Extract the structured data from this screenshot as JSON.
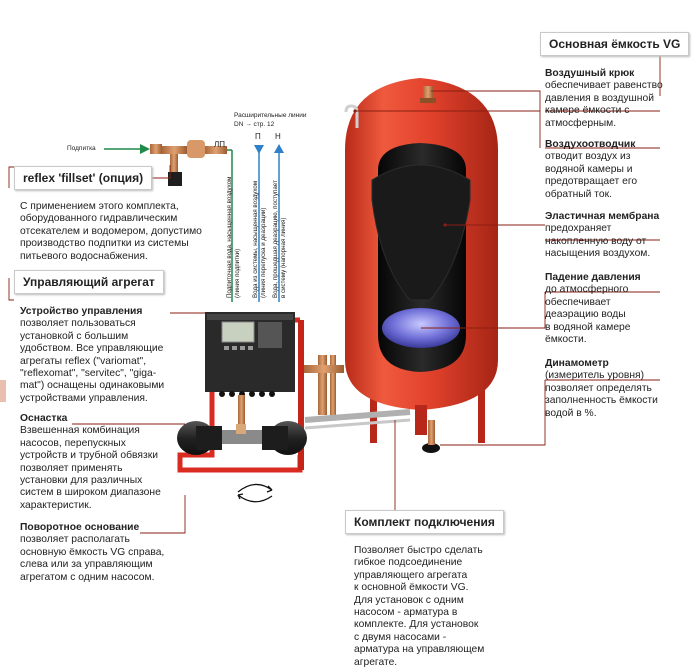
{
  "titles": {
    "vessel": "Основная ёмкость VG",
    "fillset": "reflex 'fillset' (опция)",
    "control_unit": "Управляющий агрегат",
    "connection_kit": "Комплект подключения"
  },
  "left": {
    "fillset_desc": [
      "С применением этого комплекта,",
      "оборудованного гидравлическим",
      "отсекателем и водомером, допустимо",
      "производство подпитки из системы",
      "питьевого водоснабжения."
    ],
    "control_device_title": "Устройство управления",
    "control_device_desc": [
      "позволяет пользоваться",
      "установкой с большим",
      "удобством. Все управляющие",
      "агрегаты  reflex (\"variomat\",",
      "\"reflexomat\", \"servitec\", \"giga-",
      "mat\") оснащены одинаковыми",
      "устройствами управления."
    ],
    "equipment_title": "Оснастка",
    "equipment_desc": [
      "Взвешенная комбинация",
      "насосов, перепускных",
      "устройств и трубной обвязки",
      "позволяет применять",
      "установки  для различных",
      "систем в широком диапазоне",
      "характеристик."
    ],
    "base_title": "Поворотное основание",
    "base_desc": [
      "позволяет располагать",
      "основную ёмкость VG справа,",
      "слева или за управляющим",
      "агрегатом с одним насосом."
    ]
  },
  "right": {
    "air_hook_title": "Воздушный крюк",
    "air_hook_desc": [
      "обеспечивает равенство",
      "давления в воздушной",
      "камере ёмкости с",
      "атмосферным."
    ],
    "air_vent_title": "Воздухоотводчик",
    "air_vent_desc": [
      "отводит воздух из",
      "водяной камеры и",
      "предотвращает его",
      "обратный ток."
    ],
    "membrane_title": "Эластичная мембрана",
    "membrane_desc": [
      "предохраняет",
      "накопленную воду от",
      "насыщения воздухом."
    ],
    "pressure_drop_title": "Падение давления",
    "pressure_drop_desc": [
      "до атмосферного",
      "обеспечивает",
      "деаэрацию воды",
      "в водяной камере",
      "ёмкости."
    ],
    "dynamometer_title": "Динамометр",
    "dynamometer_desc": [
      "(измеритель уровня)",
      "позволяет определять",
      "заполненность ёмкости",
      "водой в %."
    ]
  },
  "connection_desc": [
    "Позволяет быстро сделать",
    "гибкое подсоединение",
    "управляющего агрегата",
    "к основной ёмкости VG.",
    "Для установок с одним",
    "насосом - арматура в",
    "комплекте. Для установок",
    "с двумя насосами -",
    "арматура на управляющем",
    "агрегате."
  ],
  "pipes": {
    "makeup": "Подпитка",
    "lp": "ЛП",
    "ext_lines_1": "Расширительные линии",
    "ext_lines_2": "DN → стр. 12",
    "p": "П",
    "n": "Н",
    "v1a": "Подпиточная вода, насыщенная воздухом",
    "v1b": "(линия подпитки)",
    "v2a": "Вода из системы, насыщенная воздухом",
    "v2b": "(линия перепуска и деаэрации)",
    "v3a": "Вода, прошедшая деаэрацию, поступает",
    "v3b": "в систему (напорная линия)"
  },
  "colors": {
    "vessel_red": "#e2422c",
    "frame_red": "#d92b20",
    "leader_line": "#8a1f12",
    "pipe_green": "#1f8a4a",
    "pipe_blue": "#2f80c8"
  }
}
